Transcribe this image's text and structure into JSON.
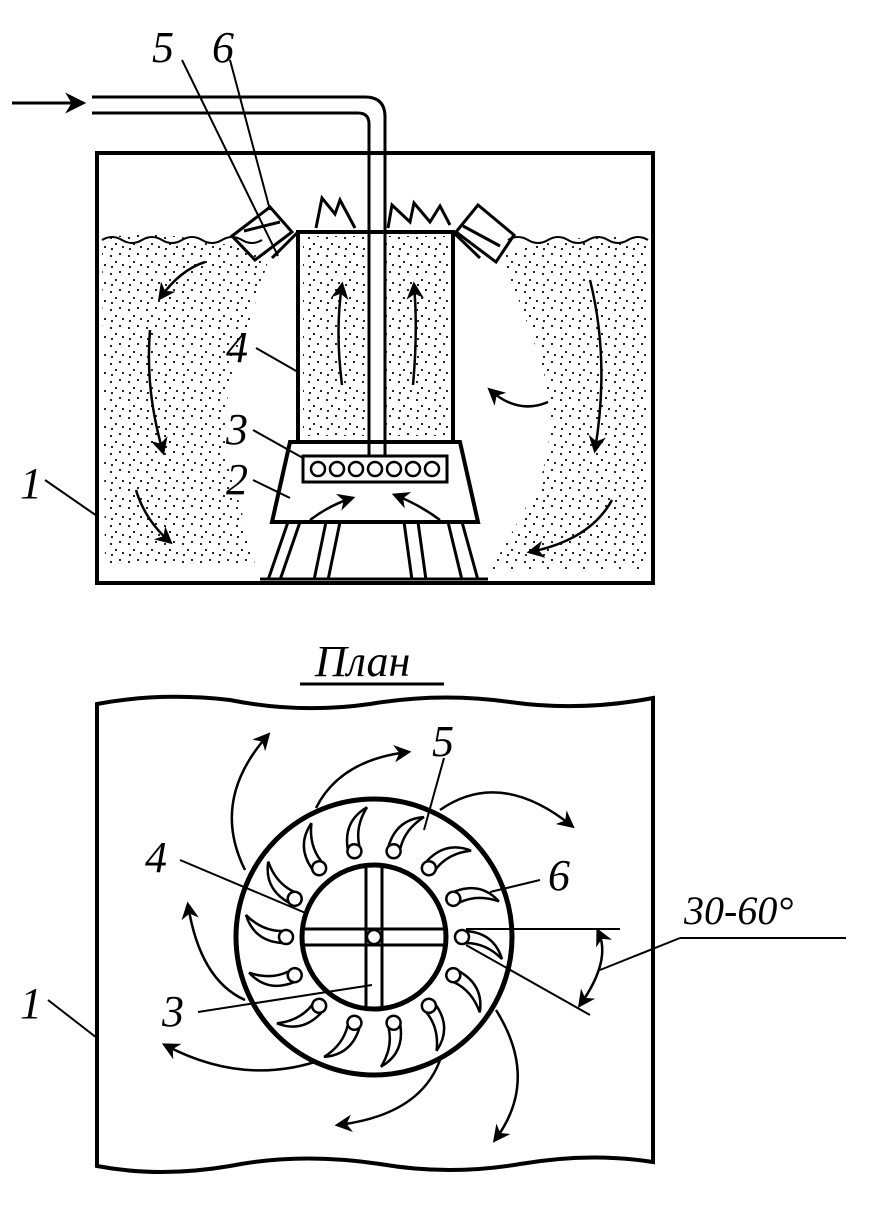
{
  "labels": {
    "one": "1",
    "two": "2",
    "three": "3",
    "four": "4",
    "five": "5",
    "six": "6"
  },
  "plan_title": "План",
  "angle_label": "30-60°",
  "colors": {
    "ink": "#000000",
    "paper": "#ffffff"
  }
}
